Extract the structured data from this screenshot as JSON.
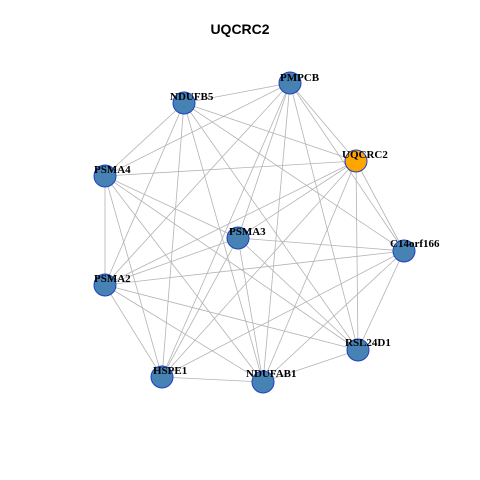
{
  "title": "UQCRC2",
  "colors": {
    "node_default": "#4682b4",
    "node_highlight": "#ffa500",
    "node_border": "#1f3fbf",
    "edge": "#b3b3b3",
    "background": "#ffffff"
  },
  "network": {
    "nodes": [
      {
        "id": "PMPCB",
        "label": "PMPCB",
        "highlight": false
      },
      {
        "id": "NDUFB5",
        "label": "NDUFB5",
        "highlight": false
      },
      {
        "id": "UQCRC2",
        "label": "UQCRC2",
        "highlight": true
      },
      {
        "id": "PSMA4",
        "label": "PSMA4",
        "highlight": false
      },
      {
        "id": "PSMA3",
        "label": "PSMA3",
        "highlight": false
      },
      {
        "id": "C14orf166",
        "label": "C14orf166",
        "highlight": false
      },
      {
        "id": "PSMA2",
        "label": "PSMA2",
        "highlight": false
      },
      {
        "id": "RSL24D1",
        "label": "RSL24D1",
        "highlight": false
      },
      {
        "id": "HSPE1",
        "label": "HSPE1",
        "highlight": false
      },
      {
        "id": "NDUFAB1",
        "label": "NDUFAB1",
        "highlight": false
      }
    ],
    "edges": [
      [
        "NDUFB5",
        "PMPCB"
      ],
      [
        "NDUFB5",
        "UQCRC2"
      ],
      [
        "NDUFB5",
        "PSMA4"
      ],
      [
        "NDUFB5",
        "PSMA2"
      ],
      [
        "NDUFB5",
        "C14orf166"
      ],
      [
        "NDUFB5",
        "RSL24D1"
      ],
      [
        "NDUFB5",
        "HSPE1"
      ],
      [
        "NDUFB5",
        "NDUFAB1"
      ],
      [
        "PMPCB",
        "UQCRC2"
      ],
      [
        "PMPCB",
        "PSMA4"
      ],
      [
        "PMPCB",
        "PSMA3"
      ],
      [
        "PMPCB",
        "C14orf166"
      ],
      [
        "PMPCB",
        "PSMA2"
      ],
      [
        "PMPCB",
        "RSL24D1"
      ],
      [
        "PMPCB",
        "HSPE1"
      ],
      [
        "PMPCB",
        "NDUFAB1"
      ],
      [
        "UQCRC2",
        "PSMA4"
      ],
      [
        "UQCRC2",
        "PSMA3"
      ],
      [
        "UQCRC2",
        "C14orf166"
      ],
      [
        "UQCRC2",
        "PSMA2"
      ],
      [
        "UQCRC2",
        "RSL24D1"
      ],
      [
        "UQCRC2",
        "HSPE1"
      ],
      [
        "UQCRC2",
        "NDUFAB1"
      ],
      [
        "PSMA4",
        "PSMA3"
      ],
      [
        "PSMA4",
        "PSMA2"
      ],
      [
        "PSMA4",
        "RSL24D1"
      ],
      [
        "PSMA4",
        "HSPE1"
      ],
      [
        "PSMA4",
        "NDUFAB1"
      ],
      [
        "PSMA3",
        "PSMA2"
      ],
      [
        "PSMA3",
        "C14orf166"
      ],
      [
        "PSMA3",
        "RSL24D1"
      ],
      [
        "PSMA3",
        "HSPE1"
      ],
      [
        "PSMA3",
        "NDUFAB1"
      ],
      [
        "C14orf166",
        "PSMA2"
      ],
      [
        "C14orf166",
        "RSL24D1"
      ],
      [
        "C14orf166",
        "HSPE1"
      ],
      [
        "C14orf166",
        "NDUFAB1"
      ],
      [
        "PSMA2",
        "RSL24D1"
      ],
      [
        "PSMA2",
        "HSPE1"
      ],
      [
        "PSMA2",
        "NDUFAB1"
      ],
      [
        "RSL24D1",
        "NDUFAB1"
      ],
      [
        "HSPE1",
        "NDUFAB1"
      ]
    ]
  }
}
